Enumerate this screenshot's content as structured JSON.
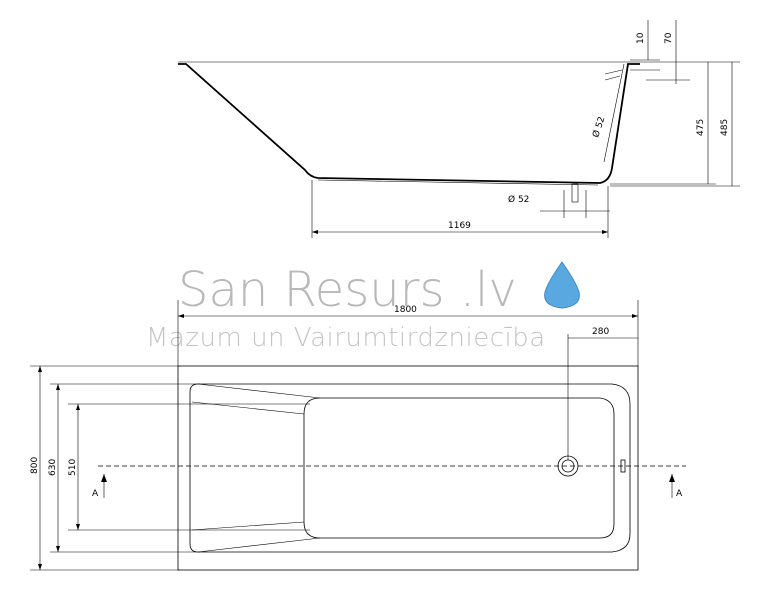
{
  "watermark": {
    "title": "San Resurs .lv",
    "subtitle": "Mazum un Vairumtirdzniecība",
    "drop_color": "#5aa8e0"
  },
  "side_view": {
    "dim_10": "10",
    "dim_70": "70",
    "dim_475": "475",
    "dim_485": "485",
    "dim_1169": "1169",
    "dia_52_side": "Ø 52",
    "dia_52_bottom": "Ø 52"
  },
  "top_view": {
    "dim_1800": "1800",
    "dim_280": "280",
    "dim_800": "800",
    "dim_630": "630",
    "dim_510": "510",
    "section_left": "A",
    "section_right": "A"
  }
}
